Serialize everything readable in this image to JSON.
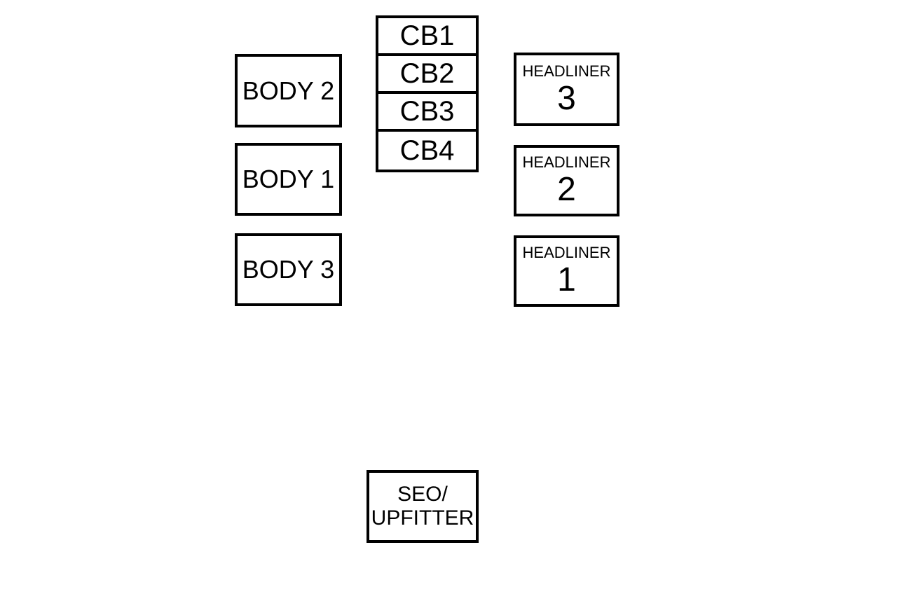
{
  "canvas": {
    "background_color": "#ffffff",
    "line_color": "#000000"
  },
  "boxes": {
    "body": [
      {
        "label": "BODY 2"
      },
      {
        "label": "BODY 1"
      },
      {
        "label": "BODY 3"
      }
    ],
    "cb": [
      {
        "label": "CB1"
      },
      {
        "label": "CB2"
      },
      {
        "label": "CB3"
      },
      {
        "label": "CB4"
      }
    ],
    "headliner": [
      {
        "label": "HEADLINER",
        "number": "3"
      },
      {
        "label": "HEADLINER",
        "number": "2"
      },
      {
        "label": "HEADLINER",
        "number": "1"
      }
    ],
    "seo": {
      "line1": "SEO/",
      "line2": "UPFITTER"
    }
  }
}
